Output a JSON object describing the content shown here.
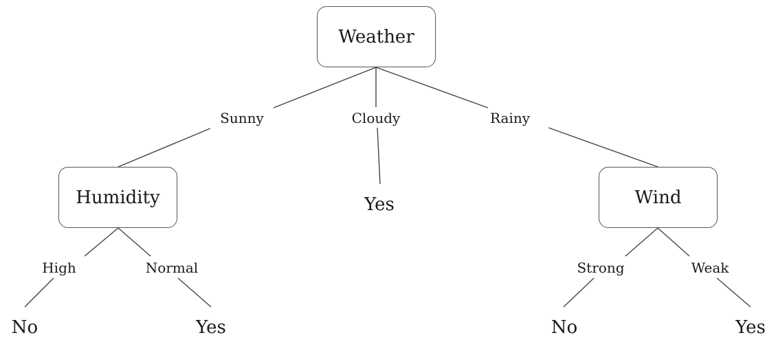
{
  "tree": {
    "root": {
      "label": "Weather",
      "branches": {
        "sunny": {
          "edge_label": "Sunny",
          "node": {
            "label": "Humidity",
            "branches": {
              "high": {
                "edge_label": "High",
                "leaf": "No"
              },
              "normal": {
                "edge_label": "Normal",
                "leaf": "Yes"
              }
            }
          }
        },
        "cloudy": {
          "edge_label": "Cloudy",
          "leaf": "Yes"
        },
        "rainy": {
          "edge_label": "Rainy",
          "node": {
            "label": "Wind",
            "branches": {
              "strong": {
                "edge_label": "Strong",
                "leaf": "No"
              },
              "weak": {
                "edge_label": "Weak",
                "leaf": "Yes"
              }
            }
          }
        }
      }
    }
  }
}
